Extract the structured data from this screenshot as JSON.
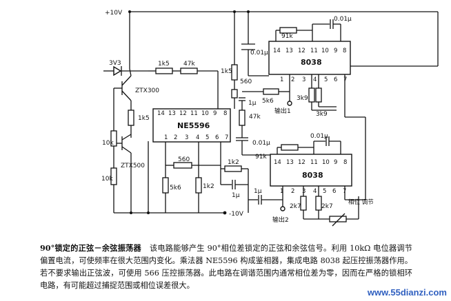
{
  "circuit": {
    "supply_pos": "+10V",
    "supply_neg": "-10V",
    "ic_mult": {
      "name": "NE5596",
      "pins_top": [
        "14",
        "13",
        "12",
        "11",
        "10",
        "9",
        "8"
      ],
      "pins_bottom": [
        "1",
        "2",
        "3",
        "4",
        "5",
        "6",
        "7"
      ]
    },
    "ic_osc1": {
      "name": "8038",
      "pins_top": [
        "14",
        "13",
        "12",
        "11",
        "10",
        "9",
        "8"
      ],
      "pins_bottom": [
        "1",
        "2",
        "3",
        "4",
        "5",
        "6",
        "7"
      ]
    },
    "ic_osc2": {
      "name": "8038",
      "pins_top": [
        "14",
        "13",
        "12",
        "11",
        "10",
        "9",
        "8"
      ],
      "pins_bottom": [
        "1",
        "2",
        "3",
        "4",
        "5",
        "6",
        "7"
      ]
    },
    "components": {
      "d1": "3V3",
      "q1": "ZTX300",
      "q2": "ZTX500",
      "r_1k5_a": "1k5",
      "r_47k_a": "47k",
      "r_1k5_b": "1k5",
      "r_1k5_c": "1k5",
      "r_10k_a": "10k",
      "r_10k_b": "10k",
      "r_560_a": "560",
      "r_560_b": "560",
      "r_5k6_a": "5k6",
      "r_5k6_b": "5k6",
      "r_1k2_a": "1k2",
      "r_1k2_b": "1k2",
      "r_47k_b": "47k",
      "r_91k_a": "91k",
      "r_91k_b": "91k",
      "r_3k9_a": "3k9",
      "r_3k9_b": "3k9",
      "r_2k7_a": "2k7",
      "r_2k7_b": "2k7",
      "c_001_a": "0.01μ",
      "c_001_b": "0.01μ",
      "c_001_c": "0.01μ",
      "c_001_d": "0.01μ",
      "c_1u_a": "1μ",
      "c_1u_b": "1μ",
      "c_1u_c": "1μ"
    },
    "out1": "输出1",
    "out2": "输出2",
    "pot_label": "相位\n调节"
  },
  "caption": {
    "title": "90°锁定的正弦－余弦振荡器",
    "body": "该电路能够产生 90°相位差锁定的正弦和余弦信号。利用 10kΩ 电位器调节偏置电流，可使频率在很大范围内变化。乘法器 NE5596 构成鉴相器，集成电路 8038 起压控振荡器作用。若不要求输出正弦波，可使用 566 压控振荡器。此电路在调谐范围内通常相位差为零，因而在严格的锁相环电路，有可能超过捕捉范围或相位误差很大。"
  },
  "watermark": "www.55dianzi.com"
}
